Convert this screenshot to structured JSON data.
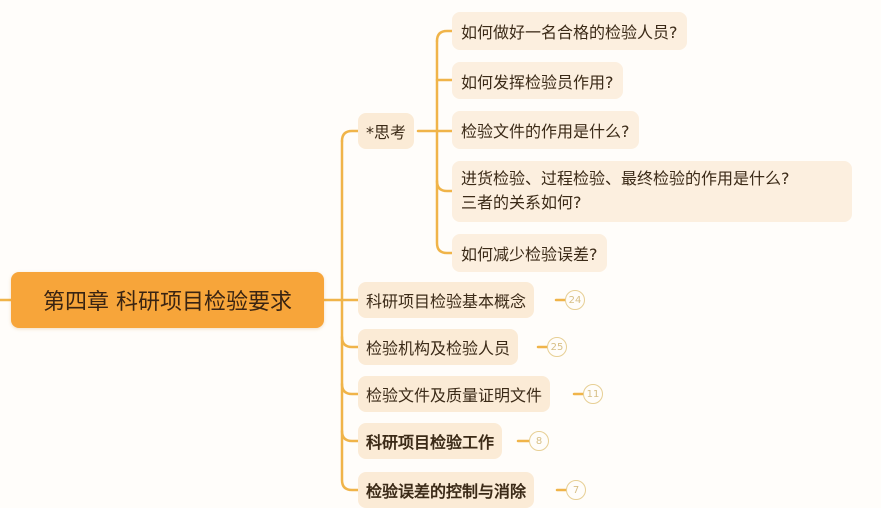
{
  "colors": {
    "root_fill": "#f7a53a",
    "node_fill": "#fbebd6",
    "connector": "#f0b449",
    "badge": "#e7cf94",
    "text": "#3b2a17",
    "background": "#fffdfa"
  },
  "root": {
    "label": "第四章 科研项目检验要求"
  },
  "branches": [
    {
      "label": "*思考",
      "children": [
        {
          "label": "如何做好一名合格的检验人员?"
        },
        {
          "label": "如何发挥检验员作用?"
        },
        {
          "label": "检验文件的作用是什么?"
        },
        {
          "label_line1": "进货检验、过程检验、最终检验的作用是什么?",
          "label_line2": "三者的关系如何?"
        },
        {
          "label": "如何减少检验误差?"
        }
      ]
    },
    {
      "label": "科研项目检验基本概念",
      "count": "24",
      "bold": false
    },
    {
      "label": "检验机构及检验人员",
      "count": "25",
      "bold": false
    },
    {
      "label": "检验文件及质量证明文件",
      "count": "11",
      "bold": false
    },
    {
      "label": "科研项目检验工作",
      "count": "8",
      "bold": true
    },
    {
      "label": "检验误差的控制与消除",
      "count": "7",
      "bold": true
    }
  ]
}
